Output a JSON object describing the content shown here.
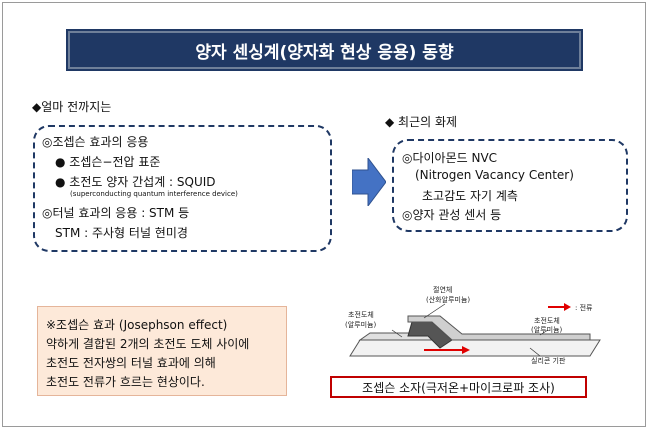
{
  "title": "양자 센싱계(양자화 현상 응용) 동향",
  "left_heading": "◆얼마 전까지는",
  "right_heading": "◆ 최근의 화제",
  "left_box": {
    "line1": "◎조셉슨 효과의 응용",
    "line2": "● 조셉슨−전압 표준",
    "line3": "● 초전도 양자 간섭계 : SQUID",
    "line4": "(superconducting quantum interference device)",
    "line5": "◎터널 효과의 응용 : STM 등",
    "line6": "STM : 주사형 터널 현미경"
  },
  "right_box": {
    "line1": "◎다이아몬드 NVC",
    "line2": "(Nitrogen Vacancy Center)",
    "line3": "초고감도 자기 계측",
    "line4": "◎양자 관성 센서 등"
  },
  "callout": {
    "line1": "※조셉슨 효과 (Josephson effect)",
    "line2": "약하게 결합된 2개의 초전도 도체 사이에",
    "line3": "초전도 전자쌍의 터널 효과에 의해",
    "line4": "초전도 전류가 흐르는 현상이다."
  },
  "diagram": {
    "insulator_label": "절연체",
    "insulator_sub": "(산화알루미늄)",
    "current_legend": ": 전류",
    "left_conductor": "초전도체",
    "left_conductor_sub": "(알루미늄)",
    "right_conductor": "초전도체",
    "right_conductor_sub": "(알루미늄)",
    "substrate": "실리콘 기판",
    "device_caption": "조셉슨 소자(극저온+마이크로파 조사)"
  },
  "colors": {
    "title_bg": "#1f3864",
    "dashed_border": "#1f3864",
    "arrow": "#4472c4",
    "callout_bg": "#fde9d9",
    "current_arrow": "#e00000",
    "device_border": "#c00000"
  }
}
